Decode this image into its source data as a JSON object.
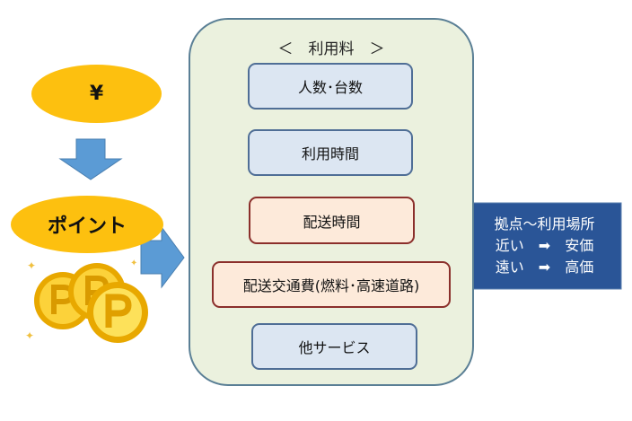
{
  "left": {
    "yen": "¥",
    "point": "ポイント"
  },
  "panel": {
    "title": "＜　利用料　＞",
    "items": [
      "人数･台数",
      "利用時間",
      "配送時間",
      "配送交通費(燃料･高速道路)",
      "他サービス"
    ]
  },
  "callout": {
    "line1": "拠点～利用場所",
    "line2": "近い　➡　安価",
    "line3": "遠い　➡　高価"
  },
  "colors": {
    "gold": "#fdc00f",
    "arrow": "#4f8fcf",
    "callout": "#2a5597"
  }
}
